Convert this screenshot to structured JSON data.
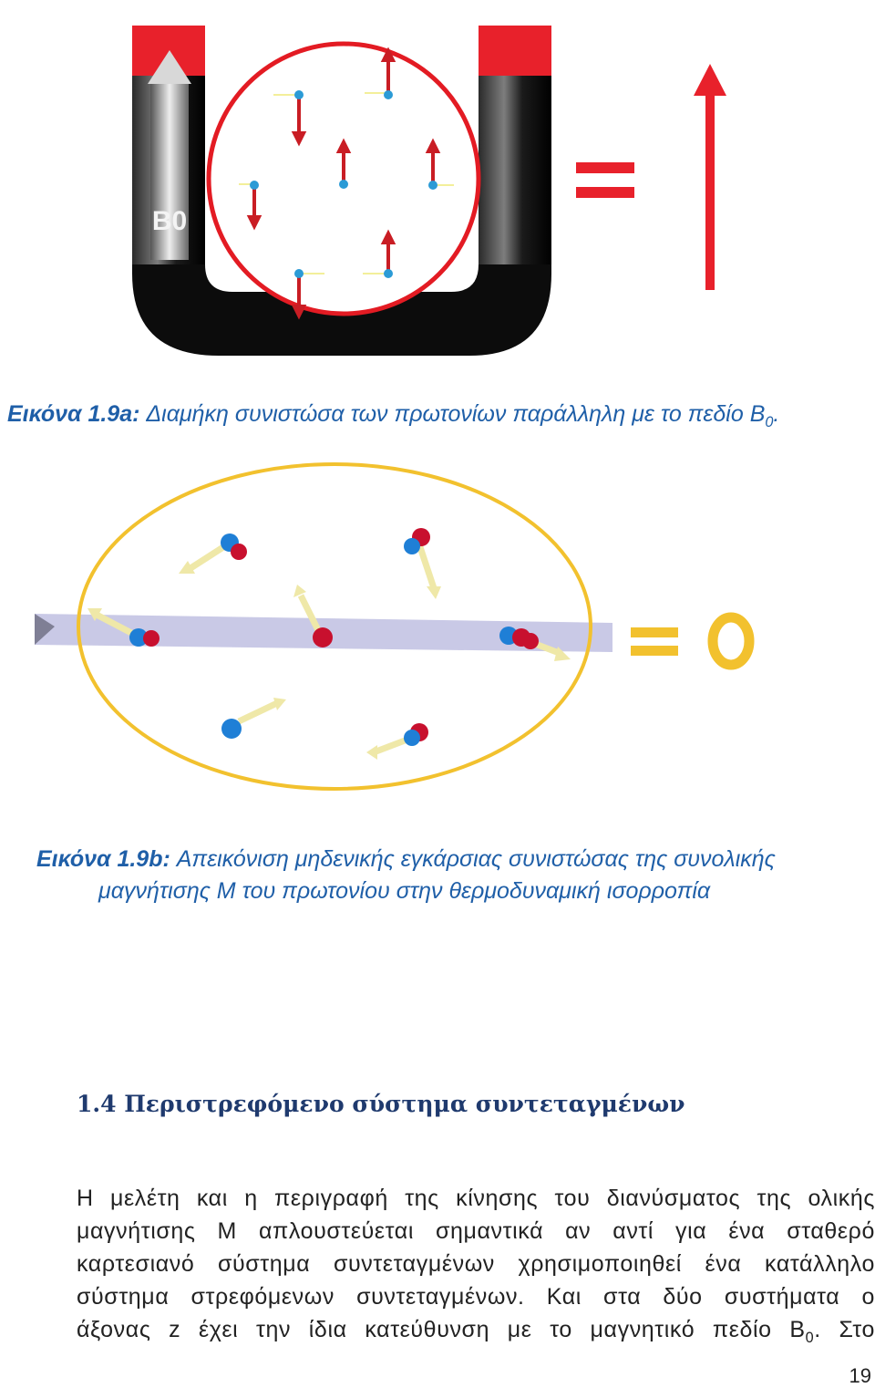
{
  "figure1": {
    "magnet_label": "B0",
    "equals": "=",
    "colors": {
      "magnet_pole": "#e8212b",
      "magnet_body": "#111111",
      "circle": "#e31b23",
      "arrow": "#e8212b",
      "proton_head": "#2b9bd6"
    }
  },
  "caption1": {
    "label": "Εικόνα 1.9a:",
    "text": "Διαμήκη συνιστώσα των πρωτονίων παράλληλη με το πεδίο B",
    "sub": "0",
    "end": "."
  },
  "figure2": {
    "equals": "= 0",
    "colors": {
      "ellipse": "#f2c12e",
      "plane": "#c9c9e6",
      "proton_blue": "#1f7fd6",
      "proton_red": "#c8102e",
      "arrow": "#efe8a8"
    }
  },
  "caption2": {
    "label": "Εικόνα 1.9b:",
    "line1": "Απεικόνιση μηδενικής εγκάρσιας συνιστώσας της συνολικής",
    "line2": "μαγνήτισης M του πρωτονίου στην θερμοδυναμική ισορροπία"
  },
  "section": {
    "heading": "1.4 Περιστρεφόμενο σύστημα συντεταγμένων",
    "lines": [
      "Η μελέτη και η περιγραφή της κίνησης του διανύσματος της ολικής",
      "μαγνήτισης M απλουστεύεται σημαντικά αν αντί για ένα σταθερό",
      "καρτεσιανό σύστημα συντεταγμένων χρησιμοποιηθεί ένα κατάλληλο",
      "σύστημα στρεφόμενων συντεταγμένων. Και στα δύο συστήματα ο"
    ],
    "last_line_start": "άξονας z έχει την ίδια κατεύθυνση με το μαγνητικό πεδίο B",
    "last_line_sub": "0",
    "last_line_end": ". Στο"
  },
  "page_number": "19"
}
